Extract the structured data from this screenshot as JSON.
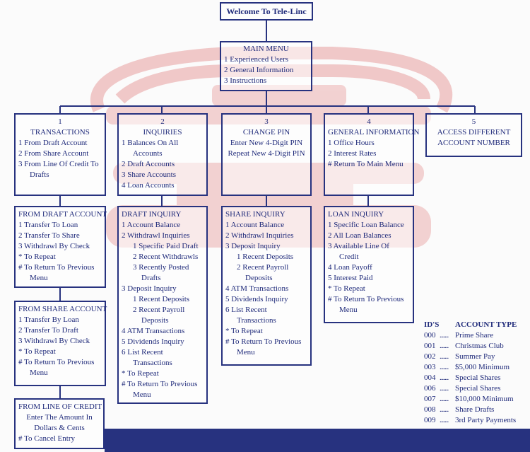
{
  "colors": {
    "ink": "#27327f",
    "band": "#27327f",
    "phone": "#e8a0a0"
  },
  "welcome": "Welcome To Tele-Linc",
  "main_menu": {
    "title": "MAIN MENU",
    "items": [
      "1  Experienced Users",
      "2  General Information",
      "3  Instructions"
    ]
  },
  "col1": {
    "num": "1",
    "title": "TRANSACTIONS",
    "items": [
      "1  From Draft Account",
      "2  From Share Account",
      "3  From Line Of Credit To Drafts"
    ]
  },
  "col2": {
    "num": "2",
    "title": "INQUIRIES",
    "items": [
      "1  Balances On All Accounts",
      "2  Draft Accounts",
      "3  Share Accounts",
      "4  Loan Accounts"
    ]
  },
  "col3": {
    "num": "3",
    "title": "CHANGE PIN",
    "items": [
      "Enter New 4-Digit PIN",
      "Repeat New 4-Digit PIN"
    ]
  },
  "col4": {
    "num": "4",
    "title": "GENERAL INFORMATION",
    "items": [
      "1  Office Hours",
      "2  Interest Rates",
      "#  Return To Main Menu"
    ]
  },
  "col5": {
    "num": "5",
    "title": "ACCESS DIFFERENT ACCOUNT NUMBER"
  },
  "from_draft": {
    "title": "FROM DRAFT ACCOUNT",
    "items": [
      "1  Transfer To Loan",
      "2  Transfer To Share",
      "3  Withdrawl By Check",
      "*  To Repeat",
      "#  To Return To Previous Menu"
    ]
  },
  "from_share": {
    "title": "FROM SHARE ACCOUNT",
    "items": [
      "1  Transfer By Loan",
      "2  Transfer To Draft",
      "3  Withdrawl By Check",
      "*  To Repeat",
      "#  To Return To Previous Menu"
    ]
  },
  "from_loc": {
    "title": "FROM  LINE OF CREDIT",
    "items": [
      "Enter The Amount In Dollars & Cents",
      "#  To Cancel Entry"
    ]
  },
  "draft_inq": {
    "title": "DRAFT INQUIRY",
    "items": [
      "1  Account Balance",
      "2  Withdrawl Inquiries",
      "1  Specific Paid Draft",
      "2  Recent Withdrawls",
      "3  Recently Posted Drafts",
      "3  Deposit Inquiry",
      "1  Recent Deposits",
      "2  Recent Payroll Deposits",
      "4  ATM Transactions",
      "5  Dividends Inquiry",
      "6  List Recent Transactions",
      "*  To Repeat",
      "#  To Return To Previous Menu"
    ]
  },
  "share_inq": {
    "title": "SHARE INQUIRY",
    "items": [
      "1  Account Balance",
      "2  Withdrawl Inquiries",
      "3  Deposit Inquiry",
      "1  Recent Deposits",
      "2  Recent Payroll Deposits",
      "4  ATM Transactions",
      "5  Dividends Inquiry",
      "6  List Recent Transactions",
      "*  To Repeat",
      "#  To Return To Previous Menu"
    ]
  },
  "loan_inq": {
    "title": "LOAN INQUIRY",
    "items": [
      "1  Specific Loan Balance",
      "2  All Loan Balances",
      "3  Available Line Of Credit",
      "4  Loan Payoff",
      "5  Interest Paid",
      "*  To Repeat",
      "#  To Return To Previous Menu"
    ]
  },
  "legend": {
    "col_id": "ID'S",
    "col_type": "ACCOUNT TYPE",
    "dots": ".......",
    "rows": [
      [
        "000",
        "Prime Share"
      ],
      [
        "001",
        "Christmas Club"
      ],
      [
        "002",
        "Summer Pay"
      ],
      [
        "003",
        "$5,000 Minimum"
      ],
      [
        "004",
        "Special Shares"
      ],
      [
        "006",
        "Special Shares"
      ],
      [
        "007",
        "$10,000 Minimum"
      ],
      [
        "008",
        "Share Drafts"
      ],
      [
        "009",
        "3rd Party Payments"
      ]
    ]
  }
}
